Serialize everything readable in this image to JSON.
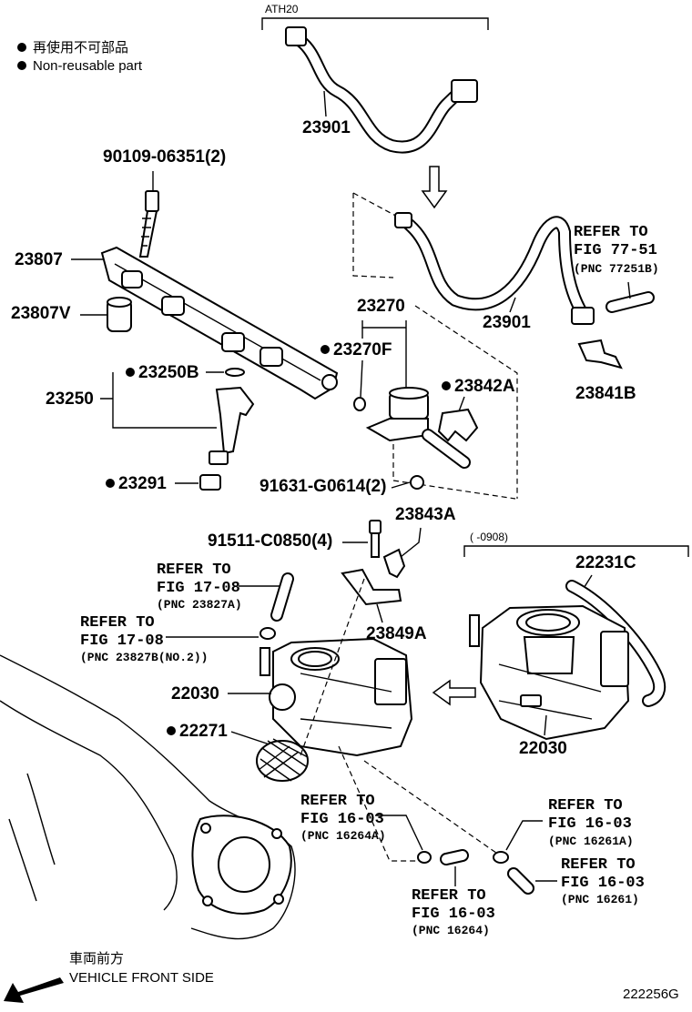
{
  "legend": {
    "jp": "再使用不可部品",
    "en": "Non-reusable part"
  },
  "variant_header": "ATH20",
  "date_range_label": "(    -0908)",
  "diagram_code": "222256G",
  "direction": {
    "jp": "車両前方",
    "en": "VEHICLE FRONT SIDE"
  },
  "parts": {
    "p23901_top": "23901",
    "p23901_mid": "23901",
    "p90109": "90109-06351(2)",
    "p23807": "23807",
    "p23807V": "23807V",
    "p23270": "23270",
    "p23270F": "23270F",
    "p23250B": "23250B",
    "p23250": "23250",
    "p23842A": "23842A",
    "p23841B": "23841B",
    "p23291": "23291",
    "p91631": "91631-G0614(2)",
    "p23843A": "23843A",
    "p91511": "91511-C0850(4)",
    "p22231C": "22231C",
    "p23849A": "23849A",
    "p22030_left": "22030",
    "p22030_right": "22030",
    "p22271": "22271"
  },
  "refs": {
    "r77_1": "REFER TO",
    "r77_2": "FIG 77-51",
    "r77_3": "(PNC 77251B)",
    "r17a_1": "REFER TO",
    "r17a_2": "FIG 17-08",
    "r17a_3": "(PNC 23827A)",
    "r17b_1": "REFER TO",
    "r17b_2": "FIG 17-08",
    "r17b_3": "(PNC 23827B(NO.2))",
    "r16a_1": "REFER TO",
    "r16a_2": "FIG 16-03",
    "r16a_3": "(PNC 16264A)",
    "r16b_1": "REFER TO",
    "r16b_2": "FIG 16-03",
    "r16b_3": "(PNC 16264)",
    "r16c_1": "REFER TO",
    "r16c_2": "FIG 16-03",
    "r16c_3": "(PNC 16261A)",
    "r16d_1": "REFER TO",
    "r16d_2": "FIG 16-03",
    "r16d_3": "(PNC 16261)"
  }
}
